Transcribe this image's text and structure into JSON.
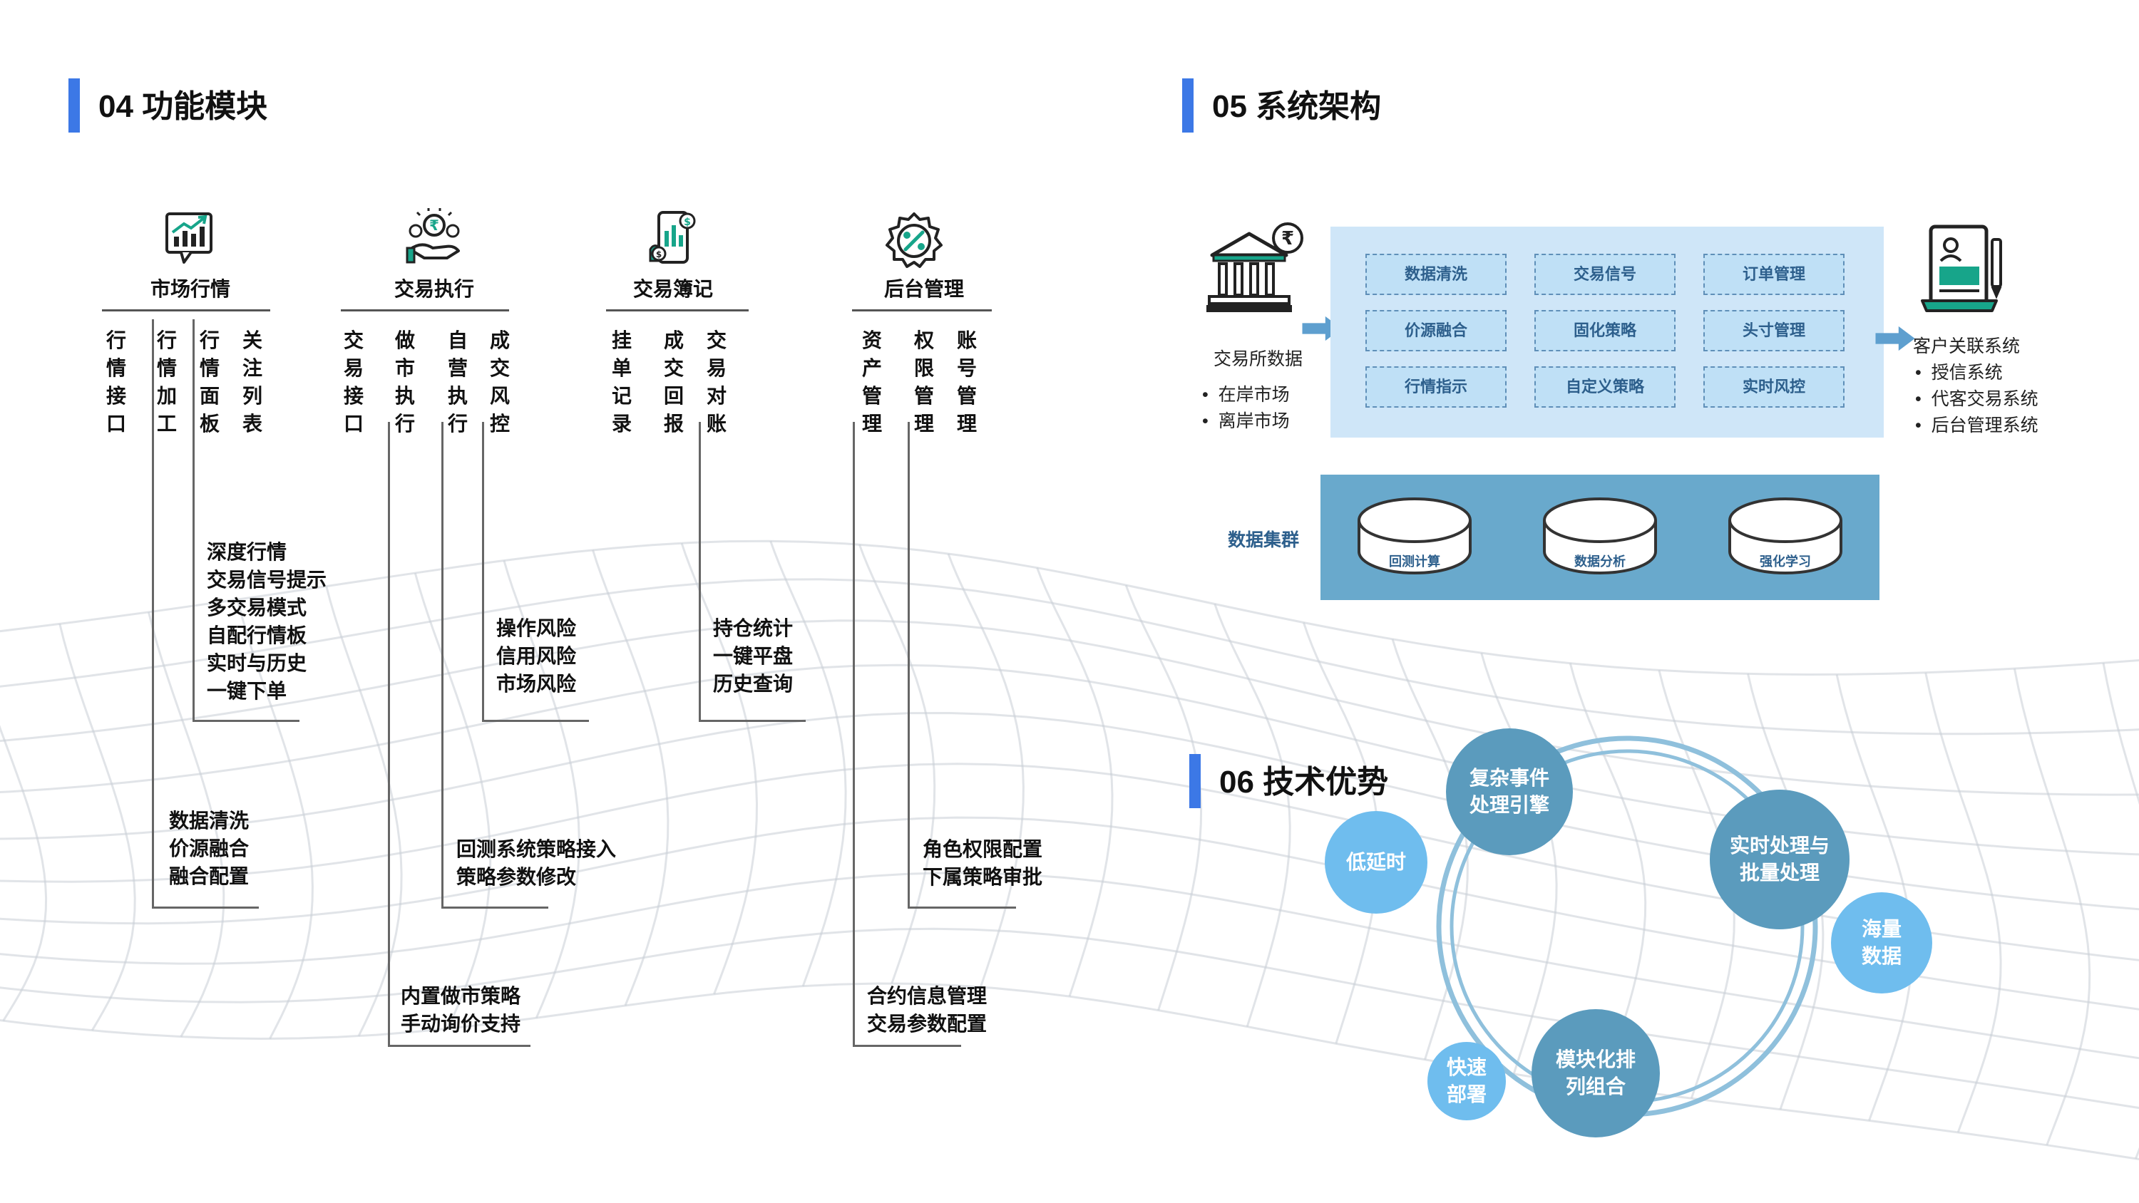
{
  "sections": {
    "functions": {
      "title": "04 功能模块"
    },
    "architecture": {
      "title": "05 系统架构"
    },
    "tech": {
      "title": "06 技术优势"
    }
  },
  "colors": {
    "accent": "#3c78e6",
    "panel_light": "#cfe6f8",
    "cluster": "#69a9cc",
    "bubble_dark": "#5b9bbd",
    "bubble_light": "#6fbdee",
    "arrow": "#5e9fcf"
  },
  "functions": {
    "categories": [
      {
        "label": "市场行情",
        "icon": "market-chart-icon",
        "branches": [
          {
            "text": "行情接口"
          },
          {
            "text": "行情加工",
            "leaves": [
              "数据清洗",
              "价源融合",
              "融合配置"
            ]
          },
          {
            "text": "行情面板",
            "leaves": [
              "深度行情",
              "交易信号提示",
              "多交易模式",
              "自配行情板",
              "实时与历史",
              "一键下单"
            ]
          },
          {
            "text": "关注列表"
          }
        ]
      },
      {
        "label": "交易执行",
        "icon": "trade-execution-icon",
        "branches": [
          {
            "text": "交易接口"
          },
          {
            "text": "做市执行",
            "leaves": [
              "内置做市策略",
              "手动询价支持"
            ]
          },
          {
            "text": "自营执行",
            "leaves": [
              "回测系统策略接入",
              "策略参数修改"
            ]
          },
          {
            "text": "成交风控",
            "leaves": [
              "操作风险",
              "信用风险",
              "市场风险"
            ]
          }
        ]
      },
      {
        "label": "交易簿记",
        "icon": "trade-ledger-icon",
        "branches": [
          {
            "text": "挂单记录"
          },
          {
            "text": "成交回报"
          },
          {
            "text": "交易对账",
            "leaves": [
              "持仓统计",
              "一键平盘",
              "历史查询"
            ]
          }
        ]
      },
      {
        "label": "后台管理",
        "icon": "admin-settings-icon",
        "branches": [
          {
            "text": "资产管理",
            "leaves": [
              "合约信息管理",
              "交易参数配置"
            ]
          },
          {
            "text": "权限管理",
            "leaves": [
              "角色权限配置",
              "下属策略审批"
            ]
          },
          {
            "text": "账号管理"
          }
        ]
      }
    ]
  },
  "architecture": {
    "source": {
      "title": "交易所数据",
      "items": [
        "在岸市场",
        "离岸市场"
      ],
      "icon": "exchange-bank-icon"
    },
    "modules": [
      [
        "数据清洗",
        "交易信号",
        "订单管理"
      ],
      [
        "价源融合",
        "固化策略",
        "头寸管理"
      ],
      [
        "行情指示",
        "自定义策略",
        "实时风控"
      ]
    ],
    "cluster": {
      "label": "数据集群",
      "disks": [
        "回测计算",
        "数据分析",
        "强化学习"
      ]
    },
    "clients": {
      "title": "客户关联系统",
      "items": [
        "授信系统",
        "代客交易系统",
        "后台管理系统"
      ],
      "icon": "client-document-icon"
    }
  },
  "tech": {
    "bubbles": [
      {
        "lines": [
          "复杂事件",
          "处理引擎"
        ],
        "tone": "dark"
      },
      {
        "lines": [
          "实时处理与",
          "批量处理"
        ],
        "tone": "dark"
      },
      {
        "lines": [
          "模块化排",
          "列组合"
        ],
        "tone": "dark"
      },
      {
        "lines": [
          "低延时"
        ],
        "tone": "light"
      },
      {
        "lines": [
          "海量",
          "数据"
        ],
        "tone": "light"
      },
      {
        "lines": [
          "快速",
          "部署"
        ],
        "tone": "light"
      }
    ]
  }
}
